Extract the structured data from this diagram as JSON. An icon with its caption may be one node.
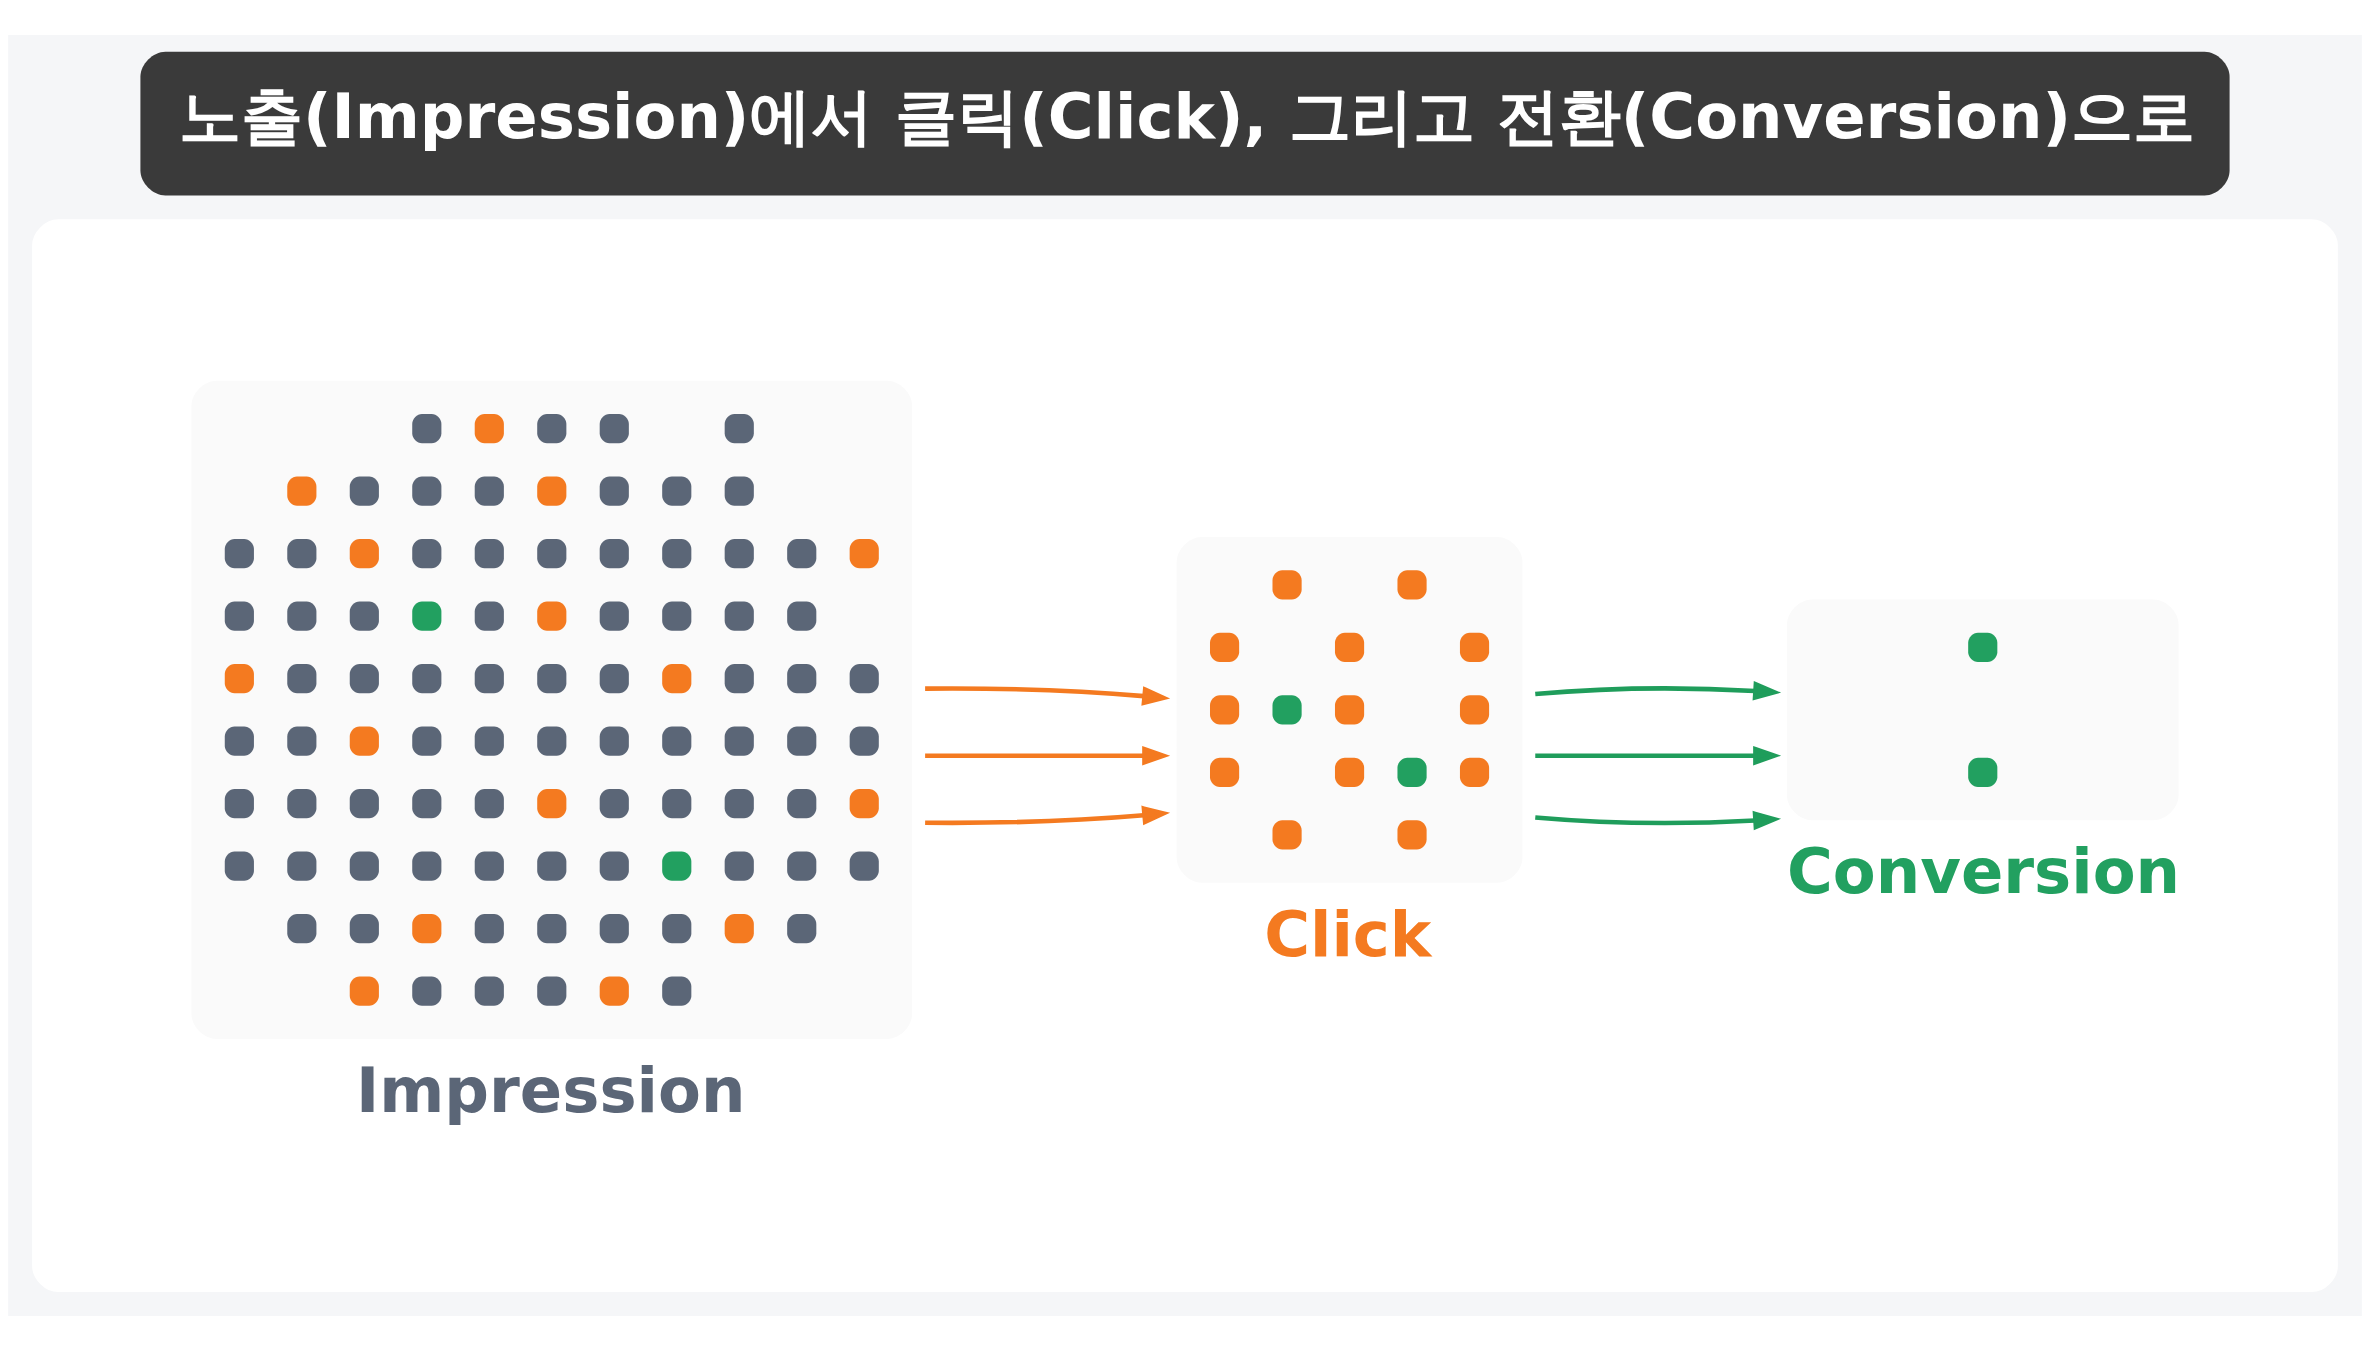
{
  "diagram": {
    "title": "노출(Impression)에서 클릭(Click), 그리고 전환(Conversion)으로",
    "nodes": [
      {
        "text": [],
        "shape": "box"
      },
      {
        "text": [
          "Impression"
        ],
        "in": 0
      },
      {
        "text": [
          "Click"
        ],
        "in": 0
      },
      {
        "text": [
          "Conversion"
        ],
        "in": 0
      }
    ],
    "edges": [
      {
        "from": 1,
        "to": 2,
        "arrow": "to",
        "color": "#f47a20"
      },
      {
        "from": 1,
        "to": 2,
        "arrow": "to",
        "color": "#f47a20"
      },
      {
        "from": 1,
        "to": 2,
        "arrow": "to",
        "color": "#f47a20"
      },
      {
        "from": 2,
        "to": 3,
        "arrow": "to",
        "color": "#1f9d5b"
      },
      {
        "from": 2,
        "to": 3,
        "arrow": "to",
        "color": "#1f9d5b"
      },
      {
        "from": 2,
        "to": 3,
        "arrow": "to",
        "color": "#1f9d5b"
      }
    ]
  }
}
